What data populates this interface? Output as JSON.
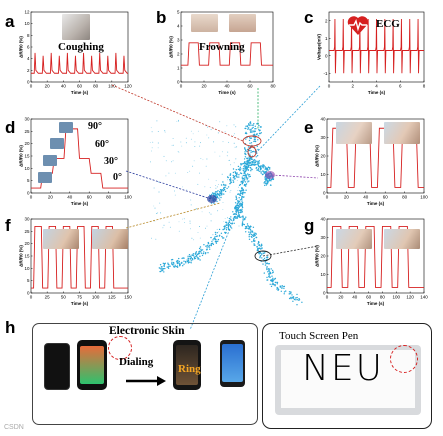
{
  "panels": {
    "a": {
      "letter": "a",
      "title": "Coughing"
    },
    "b": {
      "letter": "b",
      "title": "Frowning"
    },
    "c": {
      "letter": "c",
      "title": "ECG"
    },
    "d": {
      "letter": "d",
      "angles": [
        "90°",
        "60°",
        "30°",
        "0°"
      ]
    },
    "e": {
      "letter": "e"
    },
    "f": {
      "letter": "f"
    },
    "g": {
      "letter": "g"
    },
    "h": {
      "letter": "h",
      "electronic_skin": "Electronic Skin",
      "dialing": "Dialing",
      "ring": "Ring",
      "touch_pen": "Touch Screen Pen",
      "neu": "NEU"
    }
  },
  "watermark": "CSDN",
  "colors": {
    "signal": "#d62020",
    "body": "#2aa8d8",
    "link_red": "#c0392b",
    "link_green": "#27ae60",
    "link_blue": "#2c3e9f",
    "link_purple": "#8e44ad",
    "link_black": "#222"
  },
  "chart_data": [
    {
      "id": "a",
      "type": "line",
      "xlabel": "Time (s)",
      "ylabel": "ΔR/R0 (%)",
      "xlim": [
        0,
        120
      ],
      "ylim": [
        0,
        12
      ],
      "xticks": [
        "0",
        "20",
        "40",
        "60",
        "80",
        "100",
        "120"
      ],
      "yticks": [
        "0",
        "2",
        "4",
        "6",
        "8",
        "10",
        "12"
      ],
      "x": [
        0,
        4,
        5,
        6,
        9,
        14,
        15,
        16,
        19,
        24,
        25,
        26,
        29,
        34,
        35,
        36,
        39,
        44,
        45,
        46,
        49,
        54,
        55,
        56,
        59,
        64,
        65,
        66,
        69,
        74,
        75,
        76,
        79,
        84,
        85,
        86,
        89,
        94,
        95,
        96,
        99,
        104,
        105,
        106,
        109,
        114,
        115,
        116,
        119,
        120
      ],
      "y": [
        1.5,
        1.5,
        5,
        2,
        1.5,
        1.5,
        4.5,
        2,
        1.5,
        1.5,
        5,
        2,
        1.5,
        1.5,
        4.5,
        2,
        1.5,
        1.5,
        5,
        2,
        1.5,
        1.5,
        4.5,
        2,
        1.5,
        1.5,
        5,
        2,
        1.5,
        1.5,
        4.5,
        2,
        1.5,
        1.5,
        5,
        2,
        1.5,
        1.5,
        4.5,
        2,
        1.5,
        1.5,
        5,
        2,
        1.5,
        1.5,
        4.5,
        2,
        1.5,
        1.5
      ]
    },
    {
      "id": "b",
      "type": "line",
      "xlabel": "Time (s)",
      "ylabel": "ΔR/R0 (%)",
      "xlim": [
        0,
        80
      ],
      "ylim": [
        0,
        5
      ],
      "xticks": [
        "0",
        "20",
        "40",
        "60",
        "80"
      ],
      "yticks": [
        "0",
        "1",
        "2",
        "3",
        "4",
        "5"
      ],
      "x": [
        0,
        6,
        7,
        15,
        16,
        24,
        25,
        33,
        34,
        42,
        43,
        51,
        52,
        60,
        61,
        69,
        70,
        80
      ],
      "y": [
        1.2,
        1.2,
        2.8,
        2.8,
        1.2,
        1.2,
        2.8,
        2.8,
        1.2,
        1.2,
        2.8,
        2.8,
        1.2,
        1.2,
        2.8,
        2.8,
        1.2,
        1.2
      ]
    },
    {
      "id": "c",
      "type": "line",
      "xlabel": "Time (s)",
      "ylabel": "Voltage(mV)",
      "xlim": [
        0,
        8
      ],
      "ylim": [
        -1.5,
        2.5
      ],
      "xticks": [
        "0",
        "2",
        "4",
        "6",
        "8"
      ],
      "yticks": [
        "-1",
        "0",
        "1",
        "2"
      ],
      "beats": [
        0.5,
        1.2,
        1.9,
        2.6,
        3.3,
        4.0,
        4.7,
        5.4,
        6.1,
        6.8,
        7.5
      ]
    },
    {
      "id": "d",
      "type": "line",
      "xlabel": "Time (s)",
      "ylabel": "ΔR/R0 (%)",
      "xlim": [
        0,
        100
      ],
      "ylim": [
        0,
        30
      ],
      "xticks": [
        "0",
        "20",
        "40",
        "60",
        "80",
        "100"
      ],
      "yticks": [
        "0",
        "5",
        "10",
        "15",
        "20",
        "25",
        "30"
      ],
      "x": [
        0,
        10,
        12,
        22,
        24,
        34,
        36,
        48,
        50,
        60,
        62,
        72,
        74,
        84,
        86,
        100
      ],
      "y": [
        2,
        2,
        8,
        8,
        14,
        14,
        26,
        26,
        14,
        14,
        8,
        8,
        2,
        2,
        2,
        2
      ]
    },
    {
      "id": "e",
      "type": "line",
      "xlabel": "Time (s)",
      "ylabel": "ΔR/R0 (%)",
      "xlim": [
        0,
        100
      ],
      "ylim": [
        0,
        40
      ],
      "xticks": [
        "0",
        "20",
        "40",
        "60",
        "80",
        "100"
      ],
      "yticks": [
        "0",
        "10",
        "20",
        "30",
        "40"
      ],
      "x": [
        0,
        4,
        6,
        20,
        22,
        28,
        30,
        44,
        46,
        52,
        54,
        68,
        70,
        76,
        78,
        92,
        94,
        100
      ],
      "y": [
        3,
        3,
        35,
        35,
        3,
        3,
        35,
        35,
        3,
        3,
        35,
        35,
        3,
        3,
        35,
        35,
        3,
        3
      ]
    },
    {
      "id": "f",
      "type": "line",
      "xlabel": "Time (s)",
      "ylabel": "ΔR/R0 (%)",
      "xlim": [
        0,
        150
      ],
      "ylim": [
        0,
        30
      ],
      "xticks": [
        "0",
        "25",
        "50",
        "75",
        "100",
        "125",
        "150"
      ],
      "yticks": [
        "0",
        "5",
        "10",
        "15",
        "20",
        "25",
        "30"
      ],
      "x": [
        0,
        4,
        6,
        16,
        18,
        26,
        28,
        38,
        40,
        48,
        50,
        60,
        62,
        70,
        72,
        82,
        84,
        92,
        94,
        104,
        106,
        114,
        116,
        126,
        128,
        150
      ],
      "y": [
        2,
        2,
        27,
        27,
        2,
        2,
        27,
        27,
        2,
        2,
        27,
        27,
        2,
        2,
        27,
        27,
        2,
        2,
        27,
        27,
        2,
        2,
        27,
        27,
        2,
        2
      ]
    },
    {
      "id": "g",
      "type": "line",
      "xlabel": "Time (s)",
      "ylabel": "ΔR/R0 (%)",
      "xlim": [
        0,
        140
      ],
      "ylim": [
        0,
        40
      ],
      "xticks": [
        "0",
        "20",
        "40",
        "60",
        "80",
        "100",
        "120",
        "140"
      ],
      "yticks": [
        "0",
        "10",
        "20",
        "30",
        "40"
      ],
      "x": [
        0,
        6,
        8,
        20,
        22,
        30,
        32,
        44,
        46,
        54,
        56,
        68,
        70,
        78,
        80,
        92,
        94,
        102,
        104,
        116,
        118,
        140
      ],
      "y": [
        3,
        3,
        36,
        36,
        3,
        3,
        36,
        36,
        3,
        3,
        36,
        36,
        3,
        3,
        36,
        36,
        3,
        3,
        36,
        36,
        3,
        3
      ]
    }
  ]
}
